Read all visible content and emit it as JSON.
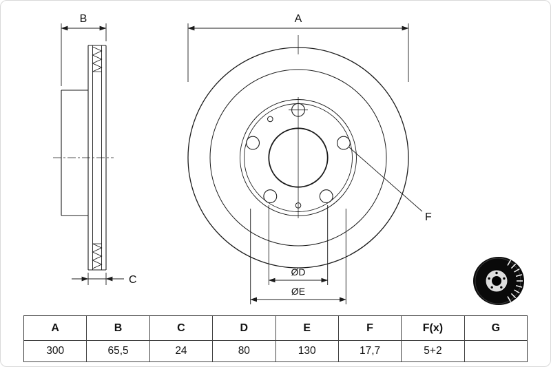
{
  "drawing": {
    "labels": {
      "a": "A",
      "b": "B",
      "c": "C",
      "d": "ØD",
      "e": "ØE",
      "f": "F"
    }
  },
  "table": {
    "headers": [
      "A",
      "B",
      "C",
      "D",
      "E",
      "F",
      "F(x)",
      "G"
    ],
    "values": [
      "300",
      "65,5",
      "24",
      "80",
      "130",
      "17,7",
      "5+2",
      ""
    ]
  },
  "colors": {
    "line": "#1b1b1b",
    "table_border": "#3f3f3f"
  }
}
